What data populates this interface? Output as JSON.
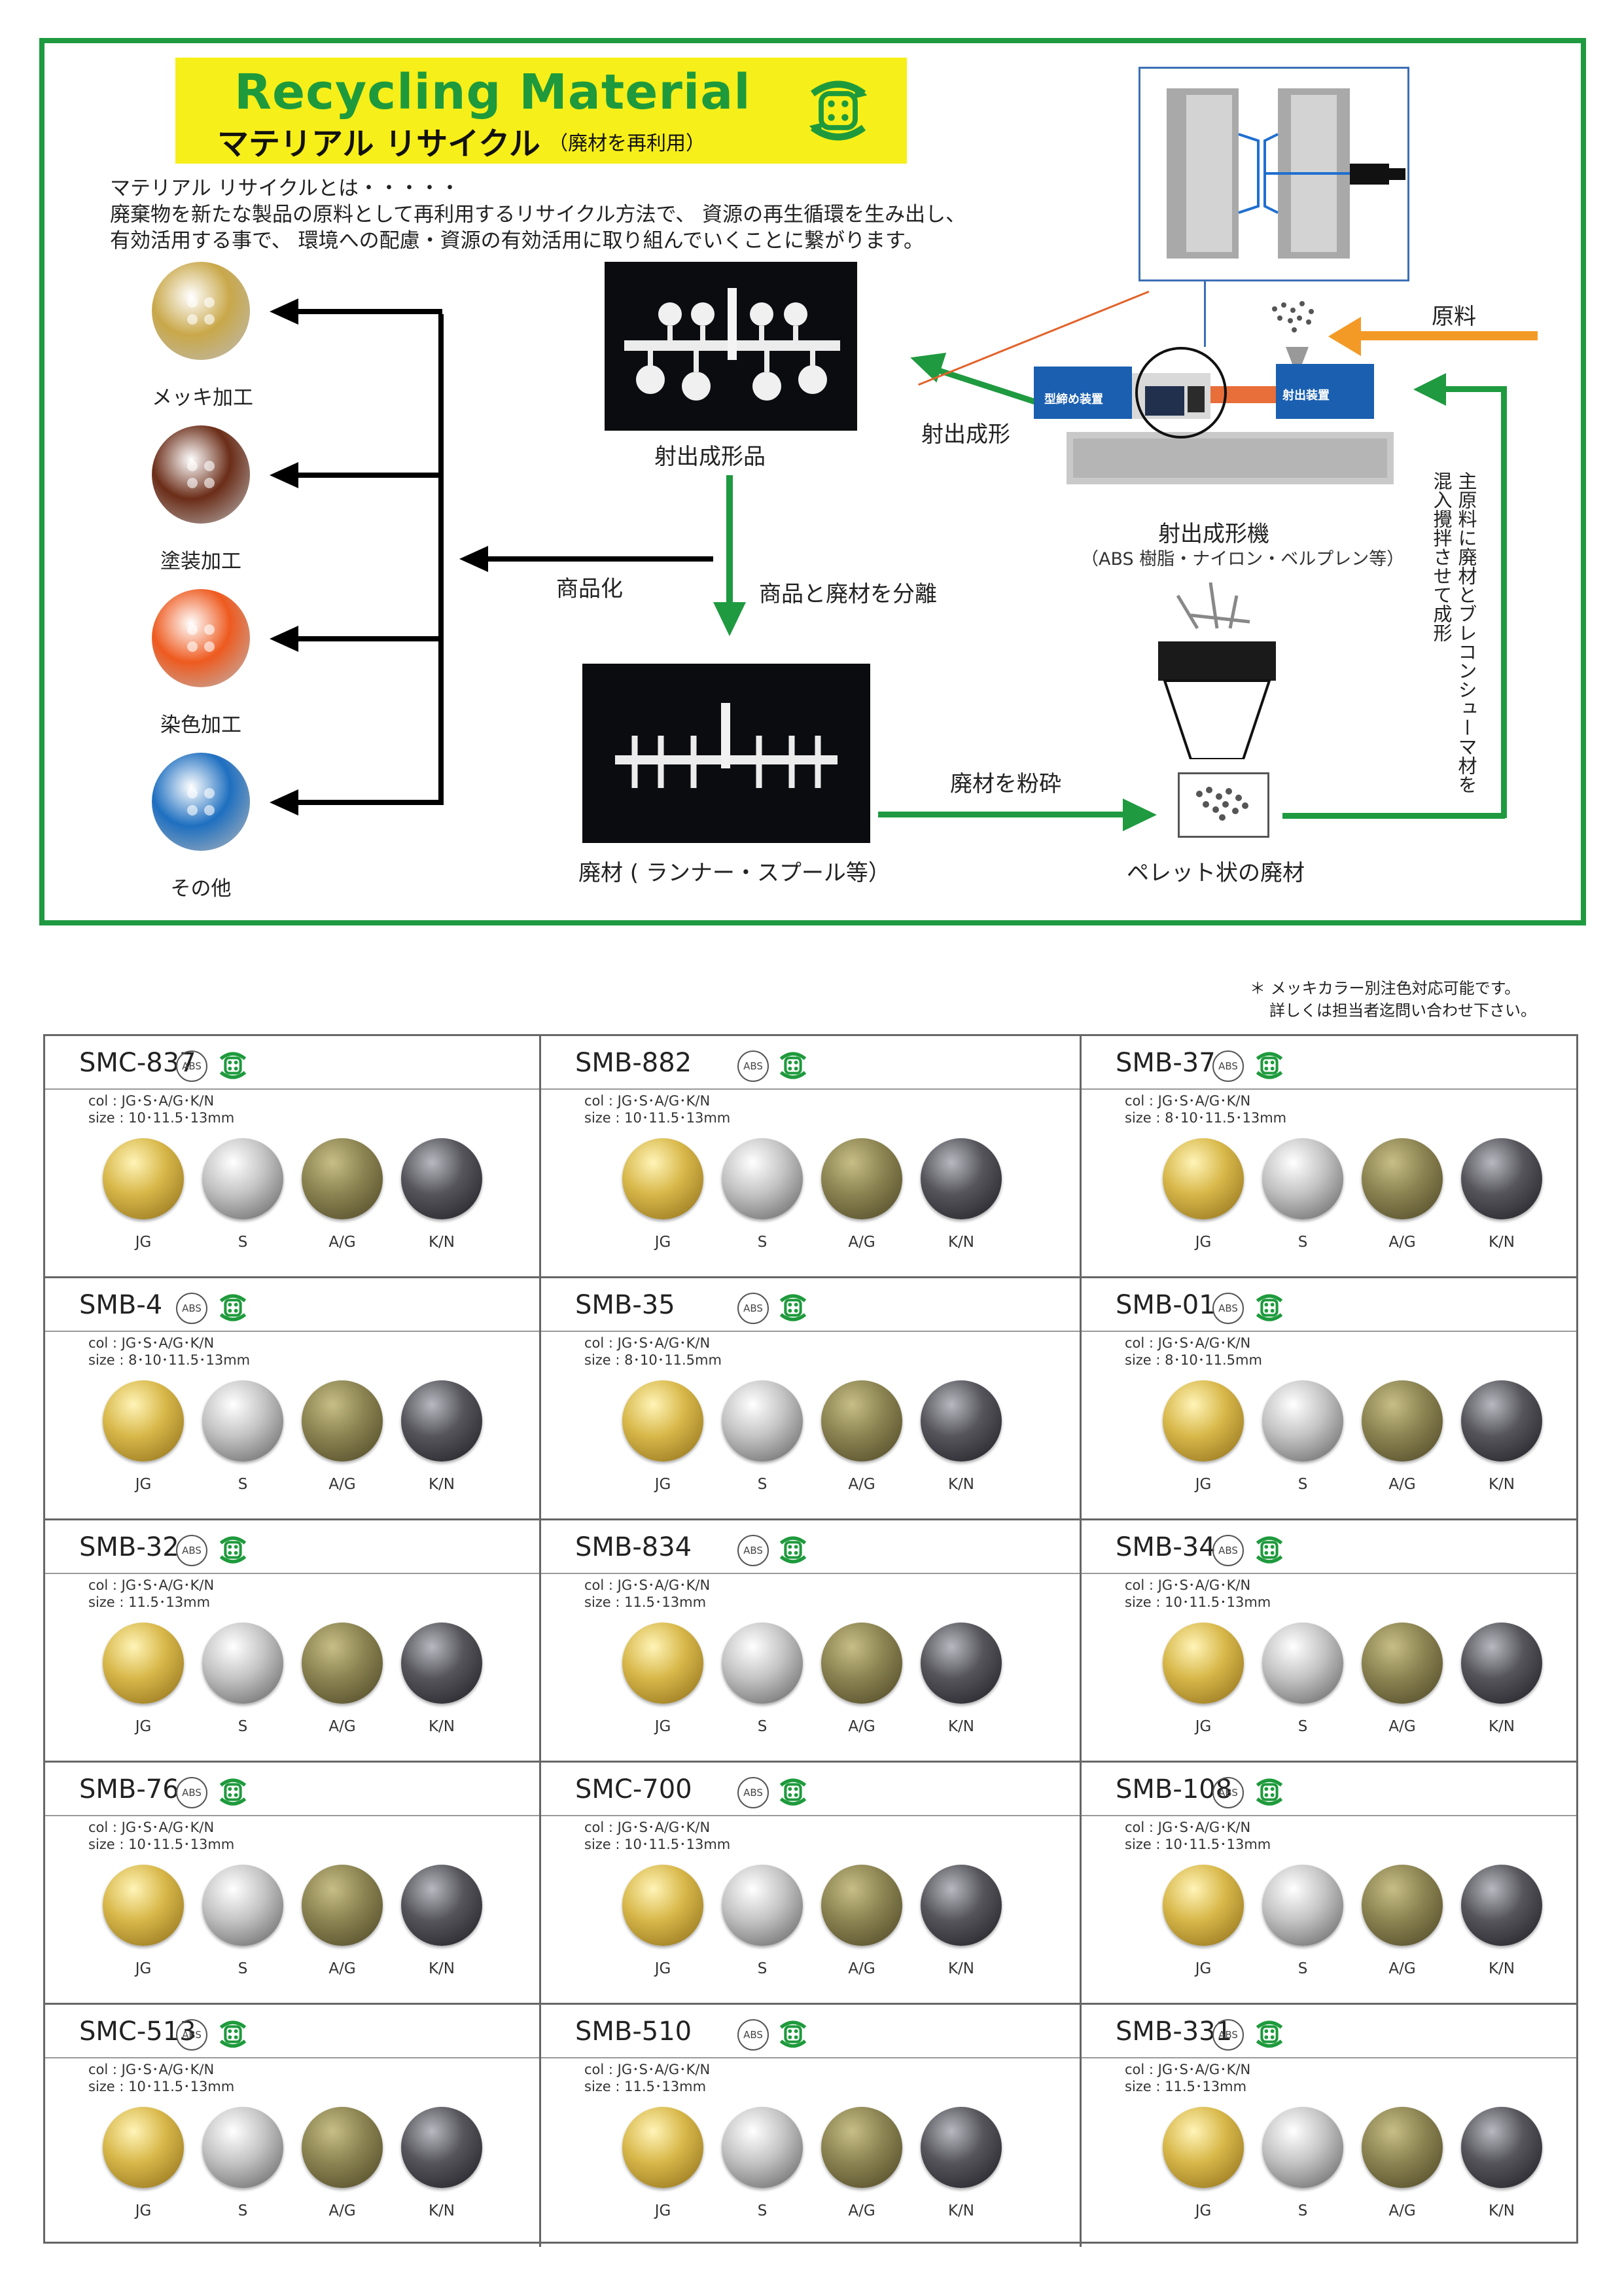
{
  "banner": {
    "title": "Recycling  Material",
    "subtitle": "マテリアル  リサイクル",
    "note": "（廃材を再利用）"
  },
  "description": [
    "マテリアル  リサイクルとは・・・・・",
    "廃棄物を新たな製品の原料として再利用するリサイクル方法で、 資源の再生循環を生み出し、",
    "有効活用する事で、 環境への配慮・資源の有効活用に取り組んでいくことに繋がります。"
  ],
  "finishes": [
    {
      "label": "メッキ加工",
      "color": "#c9a84a"
    },
    {
      "label": "塗装加工",
      "color": "#6b2d18"
    },
    {
      "label": "染色加工",
      "color": "#ee5a1f"
    },
    {
      "label": "その他",
      "color": "#1e6fc0"
    }
  ],
  "flow": {
    "molded_label": "射出成形品",
    "injection_label": "射出成形",
    "machine_label": "射出成形機",
    "machine_sub": "（ABS 樹脂・ナイロン・ベルプレン等）",
    "machine_clamp": "型締め装置",
    "machine_inject": "射出装置",
    "raw_label": "原料",
    "commercial_label": "商品化",
    "separate_label": "商品と廃材を分離",
    "scrap_label": "廃材 ( ランナー・スプール等）",
    "crush_label": "廃材を粉砕",
    "pellet_label": "ペレット状の廃材",
    "vertical_label": "主原料に廃材とブレコンシューマ材を混入攪拌させて成形"
  },
  "notes": {
    "line1": "＊ メッキカラー別注色対応可能です。",
    "line2": "詳しくは担当者迄問い合わせ下さい。"
  },
  "abs_badge": "ABS",
  "color_codes": [
    "JG",
    "S",
    "A/G",
    "K/N"
  ],
  "products": [
    {
      "code": "SMC-837",
      "col": "col : JG･S･A/G･K/N",
      "size": "size : 10･11.5･13mm"
    },
    {
      "code": "SMB-882",
      "col": "col : JG･S･A/G･K/N",
      "size": "size : 10･11.5･13mm"
    },
    {
      "code": "SMB-37",
      "col": "col : JG･S･A/G･K/N",
      "size": "size : 8･10･11.5･13mm"
    },
    {
      "code": "SMB-4",
      "col": "col : JG･S･A/G･K/N",
      "size": "size : 8･10･11.5･13mm"
    },
    {
      "code": "SMB-35",
      "col": "col : JG･S･A/G･K/N",
      "size": "size : 8･10･11.5mm"
    },
    {
      "code": "SMB-01",
      "col": "col : JG･S･A/G･K/N",
      "size": "size : 8･10･11.5mm"
    },
    {
      "code": "SMB-32",
      "col": "col : JG･S･A/G･K/N",
      "size": "size : 11.5･13mm"
    },
    {
      "code": "SMB-834",
      "col": "col : JG･S･A/G･K/N",
      "size": "size : 11.5･13mm"
    },
    {
      "code": "SMB-34",
      "col": "col : JG･S･A/G･K/N",
      "size": "size : 10･11.5･13mm"
    },
    {
      "code": "SMB-76",
      "col": "col : JG･S･A/G･K/N",
      "size": "size : 10･11.5･13mm"
    },
    {
      "code": "SMC-700",
      "col": "col : JG･S･A/G･K/N",
      "size": "size : 10･11.5･13mm"
    },
    {
      "code": "SMB-108",
      "col": "col : JG･S･A/G･K/N",
      "size": "size : 10･11.5･13mm"
    },
    {
      "code": "SMC-513",
      "col": "col : JG･S･A/G･K/N",
      "size": "size : 10･11.5･13mm"
    },
    {
      "code": "SMB-510",
      "col": "col : JG･S･A/G･K/N",
      "size": "size : 11.5･13mm"
    },
    {
      "code": "SMB-331",
      "col": "col : JG･S･A/G･K/N",
      "size": "size : 11.5･13mm"
    }
  ]
}
